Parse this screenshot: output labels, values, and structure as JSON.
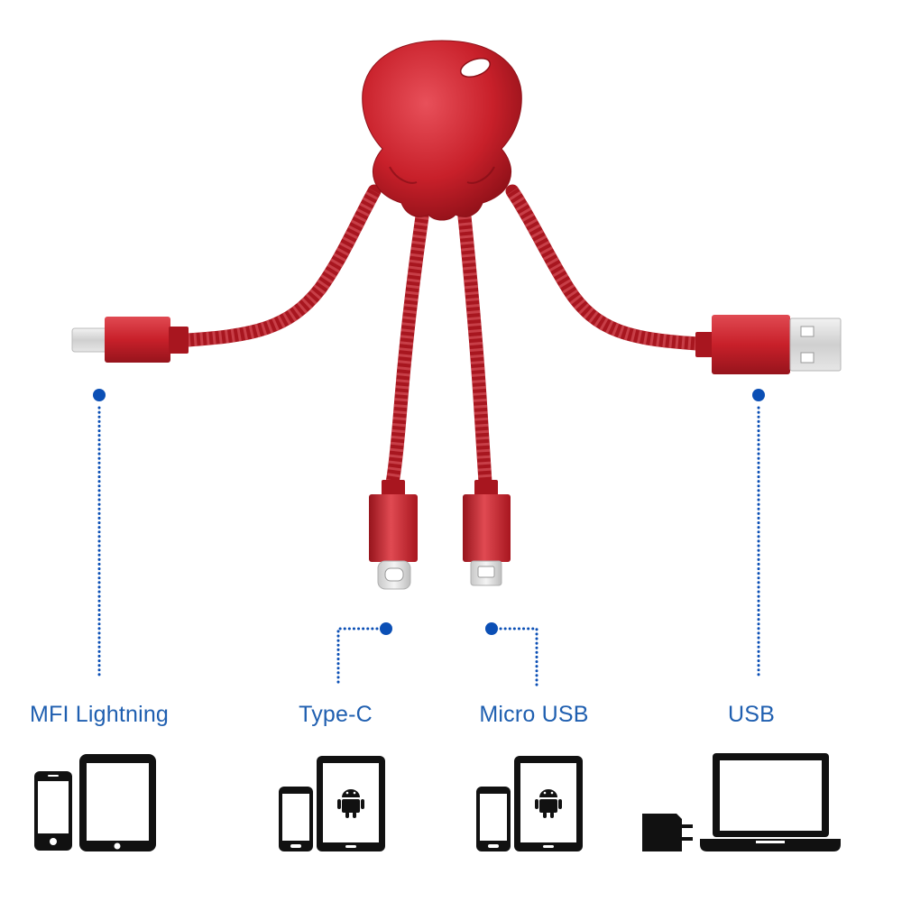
{
  "colors": {
    "cable_red": "#c8202a",
    "cable_dark": "#8e1018",
    "metal_silver": "#d9d9d9",
    "accent_blue": "#0b4fb5",
    "label_blue": "#1f5fb0",
    "icon_black": "#111111"
  },
  "connectors": [
    {
      "id": "lightning",
      "label": "MFI Lightning",
      "devices": [
        "iphone-icon",
        "ipad-icon"
      ]
    },
    {
      "id": "type-c",
      "label": "Type-C",
      "devices": [
        "android-phone-icon",
        "android-tablet-icon"
      ]
    },
    {
      "id": "micro-usb",
      "label": "Micro USB",
      "devices": [
        "android-phone-icon",
        "android-tablet-icon"
      ]
    },
    {
      "id": "usb",
      "label": "USB",
      "devices": [
        "wall-charger-icon",
        "laptop-icon"
      ]
    }
  ]
}
